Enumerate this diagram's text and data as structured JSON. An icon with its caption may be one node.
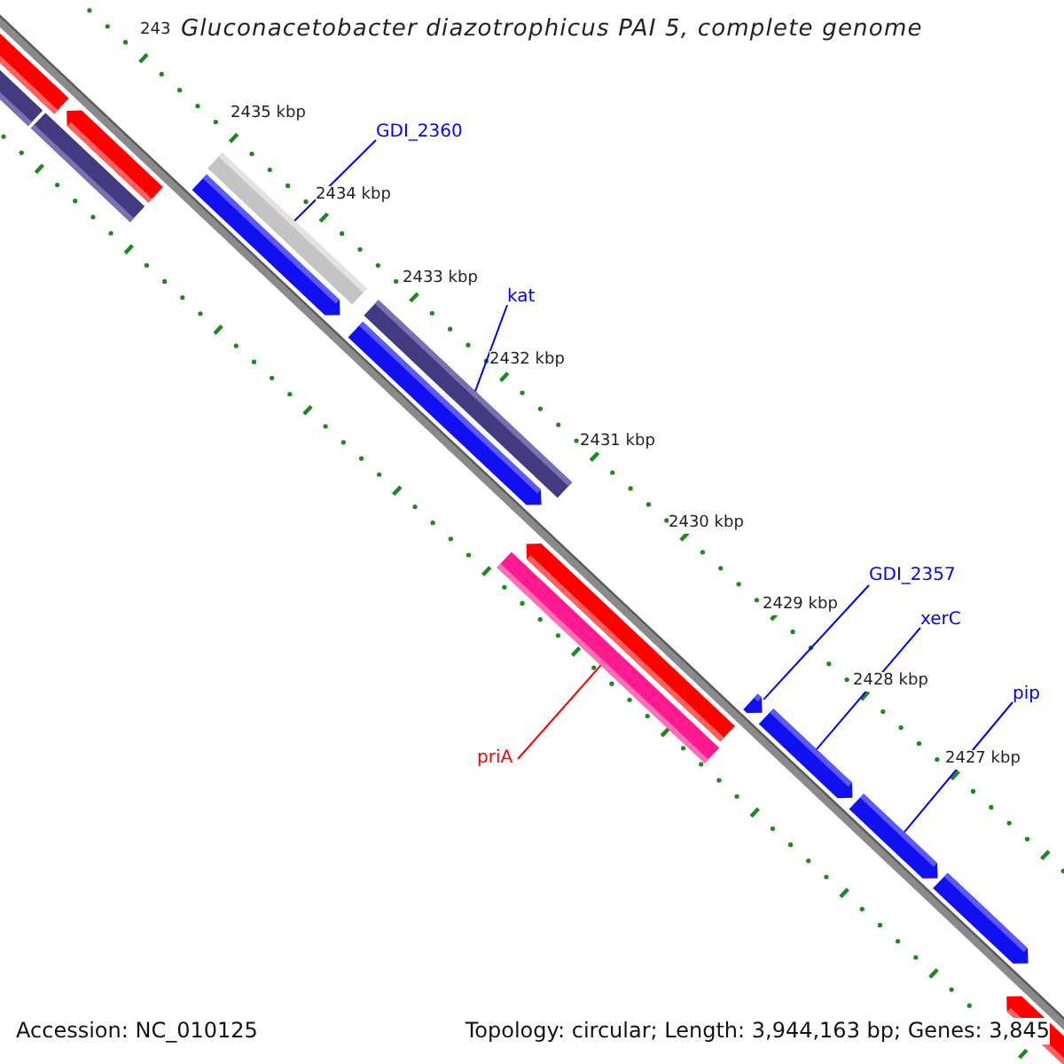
{
  "diagram": {
    "title": "Gluconacetobacter diazotrophicus PAI 5, complete genome",
    "nodes": [
      {
        "text": [
          "GDI_2360"
        ]
      },
      {
        "text": [],
        "shape": "bar"
      },
      {
        "text": [
          "kat"
        ]
      },
      {
        "text": [],
        "shape": "bar"
      },
      {
        "text": [
          "GDI_2357"
        ]
      },
      {
        "text": [],
        "shape": "arrow"
      },
      {
        "text": [
          "xerC"
        ]
      },
      {
        "text": [],
        "shape": "arrow"
      },
      {
        "text": [
          "pip"
        ]
      },
      {
        "text": [],
        "shape": "arrow"
      },
      {
        "text": [
          "priA"
        ]
      },
      {
        "text": [],
        "shape": "bar"
      },
      {
        "text": [],
        "shape": "bar"
      },
      {
        "text": [],
        "shape": "bar"
      },
      {
        "text": [],
        "shape": "arrow"
      },
      {
        "text": [],
        "shape": "bar"
      },
      {
        "text": [],
        "shape": "arrow"
      },
      {
        "text": [],
        "shape": "arrow"
      },
      {
        "text": [],
        "shape": "arrow"
      },
      {
        "text": [],
        "shape": "arrow"
      },
      {
        "text": [],
        "shape": "arrow"
      }
    ],
    "edges": [
      {
        "from": 0,
        "to": 1,
        "arrow": "none"
      },
      {
        "from": 2,
        "to": 3,
        "arrow": "none"
      },
      {
        "from": 4,
        "to": 5,
        "arrow": "none"
      },
      {
        "from": 6,
        "to": 7,
        "arrow": "none"
      },
      {
        "from": 8,
        "to": 9,
        "arrow": "none"
      },
      {
        "from": 10,
        "to": 11,
        "arrow": "none",
        "color": "#ff0000"
      }
    ],
    "labels": [
      "243",
      "2435 kbp",
      "2434 kbp",
      "2433 kbp",
      "2432 kbp",
      "2431 kbp",
      "2430 kbp",
      "2429 kbp",
      "2428 kbp",
      "2427 kbp",
      "Accession: NC_010125",
      "Topology: circular; Length: 3,944,163 bp; Genes: 3,845"
    ]
  }
}
